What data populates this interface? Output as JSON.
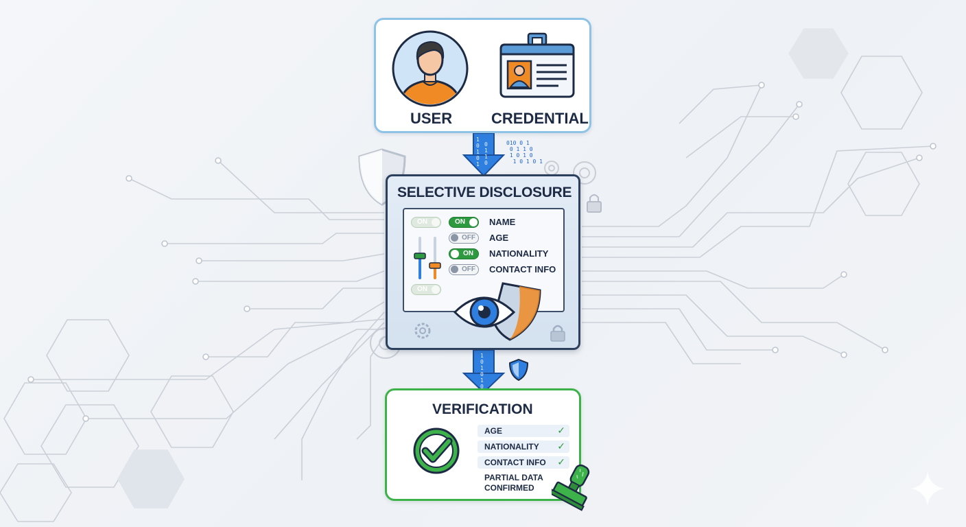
{
  "colors": {
    "accent_blue": "#2f7fe0",
    "success_green": "#3db24b",
    "navy": "#1d2a44",
    "orange": "#f08a24"
  },
  "user_section": {
    "user_label": "USER",
    "credential_label": "CREDENTIAL",
    "icons": [
      "user-avatar-icon",
      "id-badge-icon"
    ]
  },
  "selective_disclosure": {
    "title": "SELECTIVE DISCLOSURE",
    "extra_toggle_top": "ON",
    "extra_toggle_bottom": "ON",
    "fields": [
      {
        "label": "NAME",
        "state": "ON"
      },
      {
        "label": "AGE",
        "state": "OFF"
      },
      {
        "label": "NATIONALITY",
        "state": "ON"
      },
      {
        "label": "CONTACT INFO",
        "state": "OFF"
      }
    ],
    "icons": [
      "slider-icon",
      "eye-icon",
      "shield-icon",
      "lock-icon",
      "gear-icon"
    ]
  },
  "binary_stream": {
    "top_column_a": "1\n0\n1\n0\n1",
    "top_column_b": "0\n1\n1\n0",
    "top_side": "010 0 1\n 0 1 1 0\n 1 0 1 0\n  1 0 1 0 1",
    "bottom_column": "1\n0\n1\n0\n1\n0"
  },
  "verification": {
    "title": "VERIFICATION",
    "items": [
      {
        "label": "AGE",
        "check": "✓"
      },
      {
        "label": "NATIONALITY",
        "check": "✓"
      },
      {
        "label": "CONTACT INFO",
        "check": "✓"
      }
    ],
    "status_line1": "PARTIAL DATA",
    "status_line2": "CONFIRMED",
    "icons": [
      "checkmark-circle-icon",
      "approval-stamp-icon"
    ]
  }
}
